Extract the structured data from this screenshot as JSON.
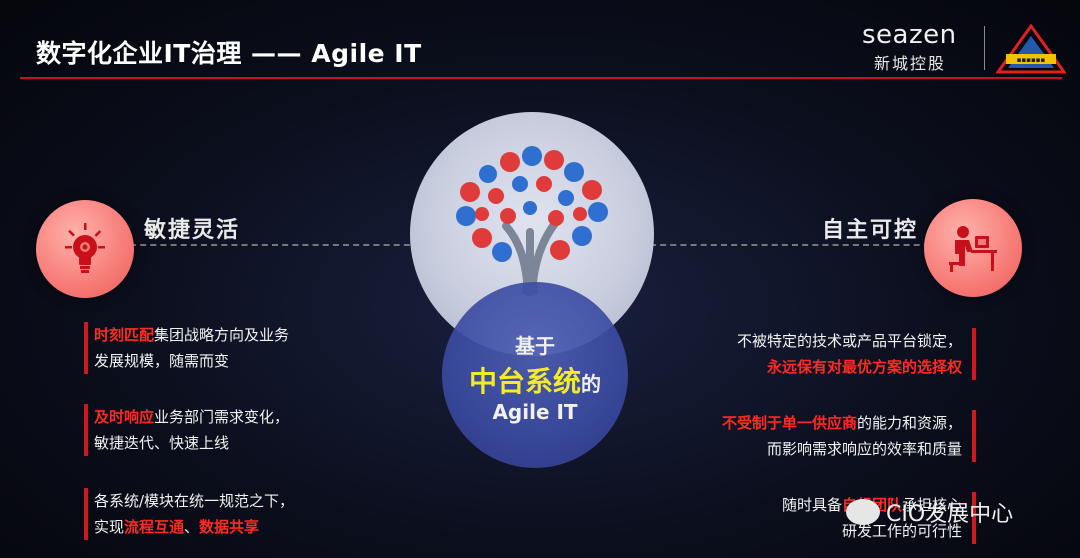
{
  "header": {
    "title": "数字化企业IT治理 —— Agile IT",
    "logo_en": "seazen",
    "logo_cn": "新城控股"
  },
  "left": {
    "heading": "敏捷灵活",
    "icon": "lightbulb-gear-icon",
    "bullets": [
      {
        "highlight": "时刻匹配",
        "rest": "集团战略方向及业务",
        "line2": "发展规模，随需而变"
      },
      {
        "highlight": "及时响应",
        "rest": "业务部门需求变化，",
        "line2": "敏捷迭代、快速上线"
      },
      {
        "line1": "各系统/模块在统一规范之下，",
        "prefix": "实现",
        "h1": "流程互通",
        "sep": "、",
        "h2": "数据共享"
      }
    ]
  },
  "right": {
    "heading": "自主可控",
    "icon": "person-at-desk-icon",
    "bullets": [
      {
        "line1": "不被特定的技术或产品平台锁定，",
        "highlight": "永远保有对最优方案的选择权"
      },
      {
        "highlight": "不受制于单一供应商",
        "rest": "的能力和资源，",
        "line2": "而影响需求响应的效率和质量"
      },
      {
        "prefix": "随时具备",
        "highlight": "自组团队",
        "rest": "承担核心",
        "line2": "研发工作的可行性"
      }
    ]
  },
  "center": {
    "line1": "基于",
    "line2": "中台系统",
    "line2_suffix": "的",
    "line3": "Agile IT",
    "icon": "app-tree-icon"
  },
  "watermark": "CIO发展中心",
  "colors": {
    "accent_red": "#d0191f",
    "highlight_yellow": "#f4ea2a",
    "circle_blue": "#3a4aa0",
    "icon_pink": "#f77b76"
  }
}
